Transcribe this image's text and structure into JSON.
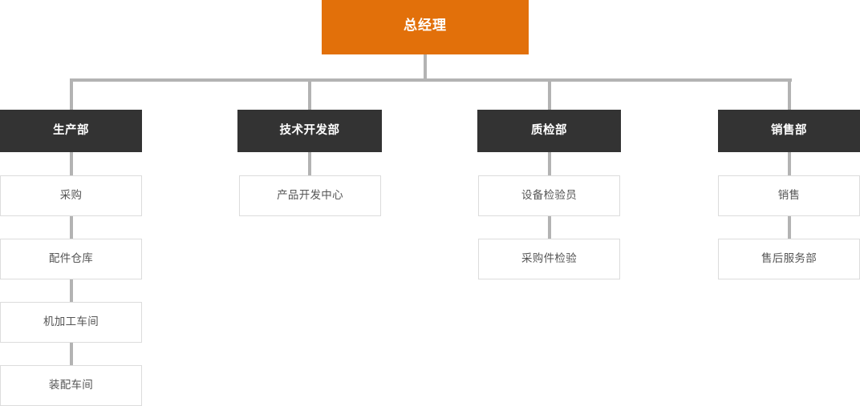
{
  "chart": {
    "title_text": "总经理",
    "type": "org-chart",
    "colors": {
      "root_fill": "#e2700a",
      "root_text": "#ffffff",
      "dept_fill": "#333333",
      "dept_text": "#ffffff",
      "sub_fill": "#ffffff",
      "sub_text": "#555555",
      "sub_border": "#dcdcdc",
      "connector": "#b3b3b3",
      "background": "#ffffff"
    },
    "root": {
      "label": "总经理"
    },
    "departments": [
      {
        "label": "生产部",
        "children": [
          {
            "label": "采购"
          },
          {
            "label": "配件仓库"
          },
          {
            "label": "机加工车间"
          },
          {
            "label": "装配车间"
          }
        ]
      },
      {
        "label": "技术开发部",
        "children": [
          {
            "label": "产品开发中心"
          }
        ]
      },
      {
        "label": "质检部",
        "children": [
          {
            "label": "设备检验员"
          },
          {
            "label": "采购件检验"
          }
        ]
      },
      {
        "label": "销售部",
        "children": [
          {
            "label": "销售"
          },
          {
            "label": "售后服务部"
          }
        ]
      }
    ]
  }
}
